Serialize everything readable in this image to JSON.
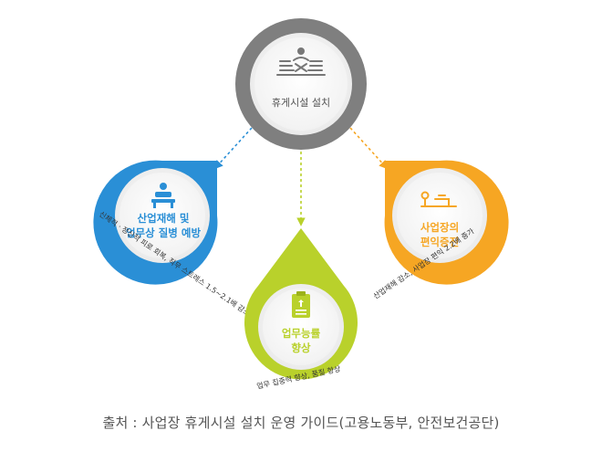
{
  "center": {
    "label": "휴게시설 설치",
    "icon": "lounge-facility-icon",
    "color": "#7f7f7f"
  },
  "nodes": [
    {
      "id": "blue",
      "title_lines": [
        "산업재해 및",
        "업무상 질병 예방"
      ],
      "caption": "신체적 · 정신적 피로 회복, 직무 스트레스 1.5~2.1배 감소",
      "icon": "worker-resting-icon",
      "color": "#2a8fd6"
    },
    {
      "id": "green",
      "title_lines": [
        "업무능률",
        "향상"
      ],
      "caption": "업무 집중력 향상, 품질 향상",
      "icon": "clipboard-icon",
      "color": "#b9d12b"
    },
    {
      "id": "orange",
      "title_lines": [
        "사업장의",
        "편익증진"
      ],
      "caption": "산업재해 감소, 사업장 편익 2.2배 증가",
      "icon": "desk-lamp-icon",
      "color": "#f6a623"
    }
  ],
  "source": "출처 : 사업장 휴게시설 설치 운영 가이드(고용노동부, 안전보건공단)"
}
